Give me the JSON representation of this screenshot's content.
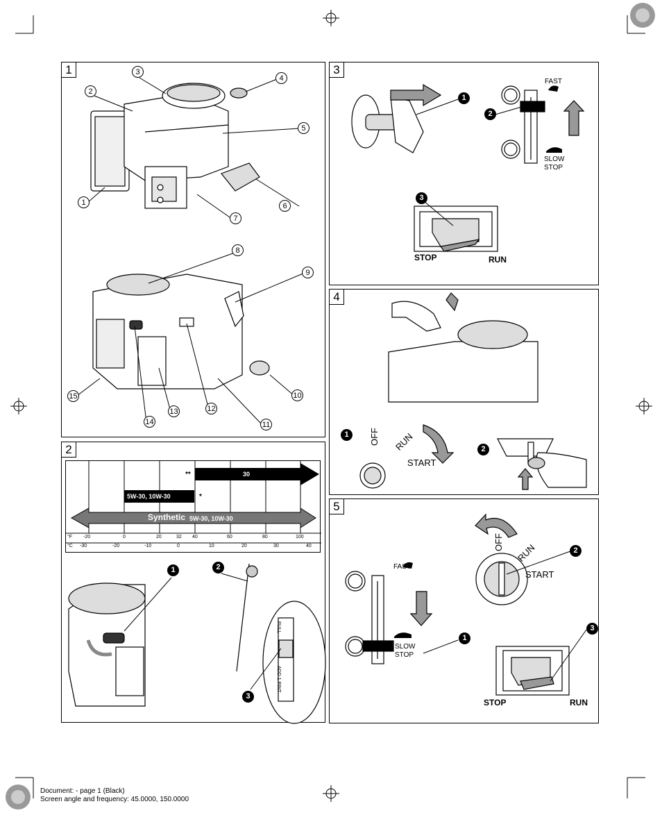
{
  "panels": {
    "p1": {
      "number": "1",
      "callouts": [
        "1",
        "2",
        "3",
        "4",
        "5",
        "6",
        "7",
        "8",
        "9",
        "10",
        "11",
        "12",
        "13",
        "14",
        "15"
      ]
    },
    "p2": {
      "number": "2",
      "oil_chart": {
        "grade_30": "30",
        "grade_5w30_10w30": "5W-30, 10W-30",
        "synthetic_label": "Synthetic",
        "synthetic_grades": "5W-30, 10W-30",
        "marks": {
          "double": "**",
          "single": "*"
        },
        "f_unit": "°F",
        "c_unit": "°C",
        "f_ticks": [
          "-20",
          "0",
          "20",
          "32",
          "40",
          "60",
          "80",
          "100"
        ],
        "c_ticks": [
          "-30",
          "-20",
          "-10",
          "0",
          "10",
          "20",
          "30",
          "40"
        ]
      },
      "dipstick": {
        "full": "FULL",
        "add": "ADD 1 PINT"
      },
      "steps": [
        "1",
        "2",
        "3"
      ]
    },
    "p3": {
      "number": "3",
      "fast": "FAST",
      "slow_stop": [
        "SLOW",
        "STOP"
      ],
      "stop": "STOP",
      "run": "RUN",
      "steps": [
        "1",
        "2",
        "3"
      ]
    },
    "p4": {
      "number": "4",
      "off": "OFF",
      "run": "RUN",
      "start": "START",
      "steps": [
        "1",
        "2"
      ]
    },
    "p5": {
      "number": "5",
      "fast": "FAST",
      "slow_stop": [
        "SLOW",
        "STOP"
      ],
      "off": "OFF",
      "run": "RUN",
      "start": "START",
      "stop": "STOP",
      "run2": "RUN",
      "steps": [
        "1",
        "2",
        "3"
      ]
    }
  },
  "footer": {
    "line1": "Document: - page 1 (Black)",
    "line2": "Screen angle and frequency: 45.0000, 150.0000"
  }
}
